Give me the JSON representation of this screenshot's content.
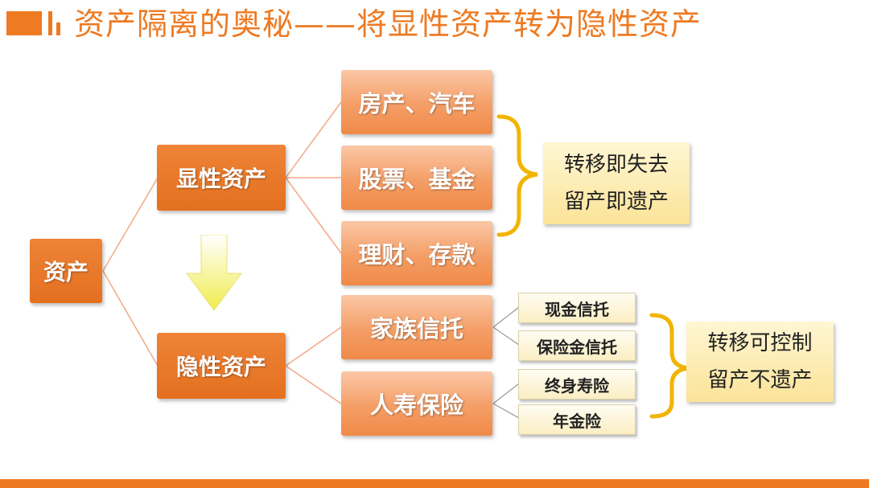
{
  "title": "资产隔离的奥秘——将显性资产转为隐性资产",
  "colors": {
    "accent": "#ee7a22",
    "note_fill": "#fbe9a8",
    "brace": "#f2b400",
    "arrow": "#f1ec4c"
  },
  "diagram": {
    "root": "资产",
    "explicit": {
      "label": "显性资产",
      "items": [
        "房产、汽车",
        "股票、基金",
        "理财、存款"
      ],
      "note": [
        "转移即失去",
        "留产即遗产"
      ]
    },
    "implicit": {
      "label": "隐性资产",
      "items": [
        "家族信托",
        "人寿保险"
      ],
      "sub_items": [
        "现金信托",
        "保险金信托",
        "终身寿险",
        "年金险"
      ],
      "note": [
        "转移可控制",
        "留产不遗产"
      ]
    },
    "arrow_icon": "down-arrow"
  }
}
